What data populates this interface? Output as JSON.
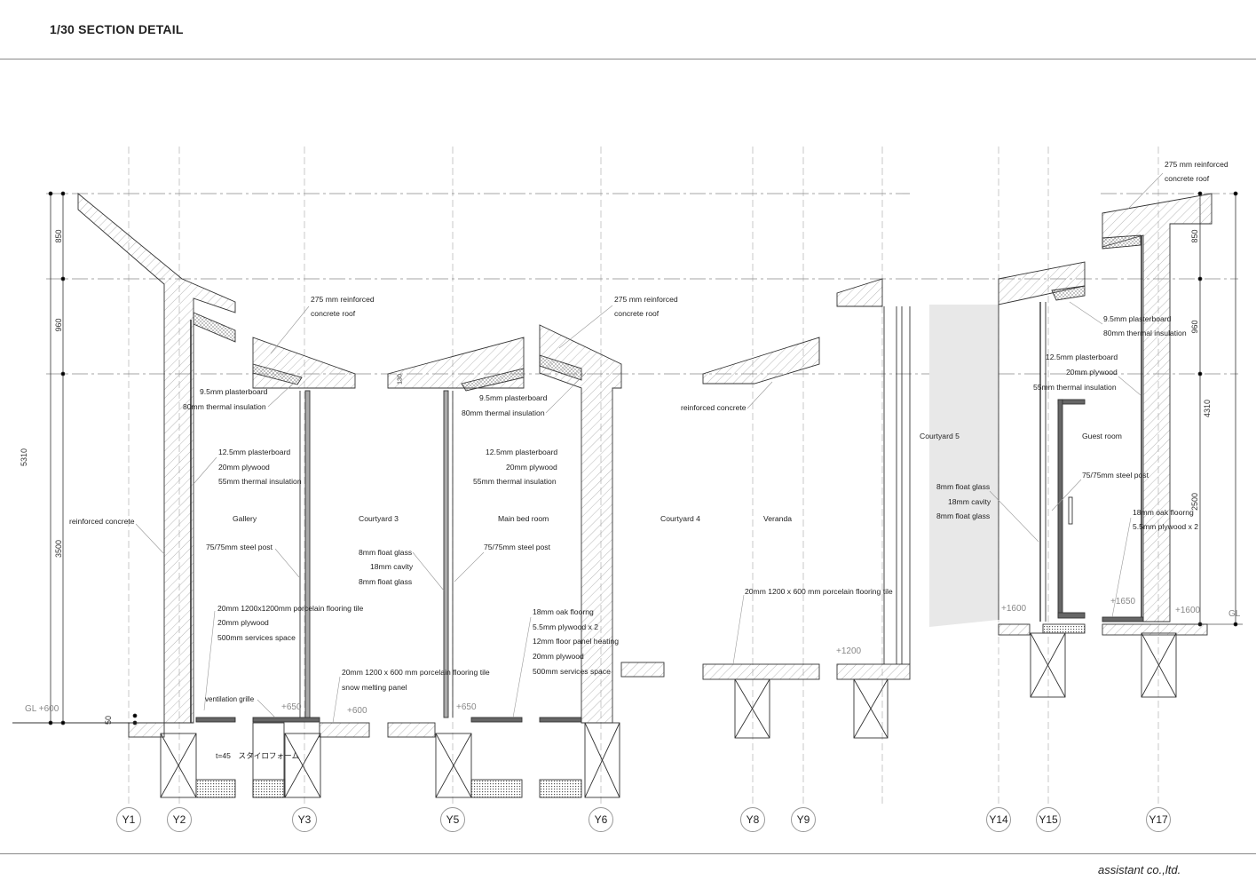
{
  "title": "1/30 SECTION DETAIL",
  "footer": "assistant co.,ltd.",
  "grid_labels": [
    "Y1",
    "Y2",
    "Y3",
    "Y5",
    "Y6",
    "Y8",
    "Y9",
    "Y14",
    "Y15",
    "Y17"
  ],
  "dimensions": {
    "left": [
      "850",
      "960",
      "3500",
      "5310",
      "50"
    ],
    "roof_depth": "130",
    "right": [
      "850",
      "960",
      "4310",
      "2500"
    ],
    "right_gl": "GL"
  },
  "levels": {
    "gl_left": "GL  +600",
    "s1_650": "+650",
    "s1_600": "+600",
    "s2_650": "+650",
    "veranda_1200": "+1200",
    "s5_1600a": "+1600",
    "s5_1650": "+1650",
    "s5_1600b": "+1600"
  },
  "rooms": {
    "gallery": "Gallery",
    "courtyard3": "Courtyard 3",
    "main_bed_room": "Main bed room",
    "courtyard4": "Courtyard 4",
    "veranda": "Veranda",
    "courtyard5": "Courtyard 5",
    "guest_room": "Guest room"
  },
  "notes": {
    "s1": {
      "roof": [
        "275 mm reinforced",
        "concrete roof"
      ],
      "ceiling": [
        "9.5mm plasterboard",
        "80mm thermal insulation"
      ],
      "wall": [
        "12.5mm plasterboard",
        "20mm plywood",
        "55mm thermal insulation"
      ],
      "rc": "reinforced concrete",
      "post": "75/75mm steel post",
      "floor": [
        "20mm 1200x1200mm porcelain flooring tile",
        "20mm plywood",
        "500mm services space"
      ],
      "grille": "ventilation grille",
      "styro": "t=45　スタイロフォーム"
    },
    "s2": {
      "glass": [
        "8mm float glass",
        "18mm cavity",
        "8mm float glass"
      ],
      "terrace": [
        "20mm 1200 x 600 mm porcelain flooring tile",
        "snow melting panel"
      ],
      "ceiling": [
        "9.5mm plasterboard",
        "80mm thermal insulation"
      ]
    },
    "s3": {
      "roof": [
        "275 mm reinforced",
        "concrete roof"
      ],
      "wall": [
        "12.5mm plasterboard",
        "20mm plywood",
        "55mm thermal insulation"
      ],
      "post": "75/75mm steel post",
      "floor": [
        "18mm oak floorng",
        "5.5mm plywood x 2",
        "12mm floor panel heating",
        "20mm plywood",
        "500mm services space"
      ]
    },
    "s4": {
      "rc": "reinforced concrete",
      "floor": "20mm 1200 x 600 mm porcelain flooring tile"
    },
    "s5": {
      "glass": [
        "8mm float glass",
        "18mm cavity",
        "8mm float glass"
      ],
      "roof": [
        "275 mm reinforced",
        "concrete roof"
      ],
      "ceiling": [
        "9.5mm plasterboard",
        "80mm thermal insulation"
      ],
      "wall": [
        "12.5mm plasterboard",
        "20mm plywood",
        "55mm thermal insulation"
      ],
      "post": "75/75mm steel post",
      "floor": [
        "18mm oak floorng",
        "5.5mm plywood x 2"
      ]
    }
  }
}
